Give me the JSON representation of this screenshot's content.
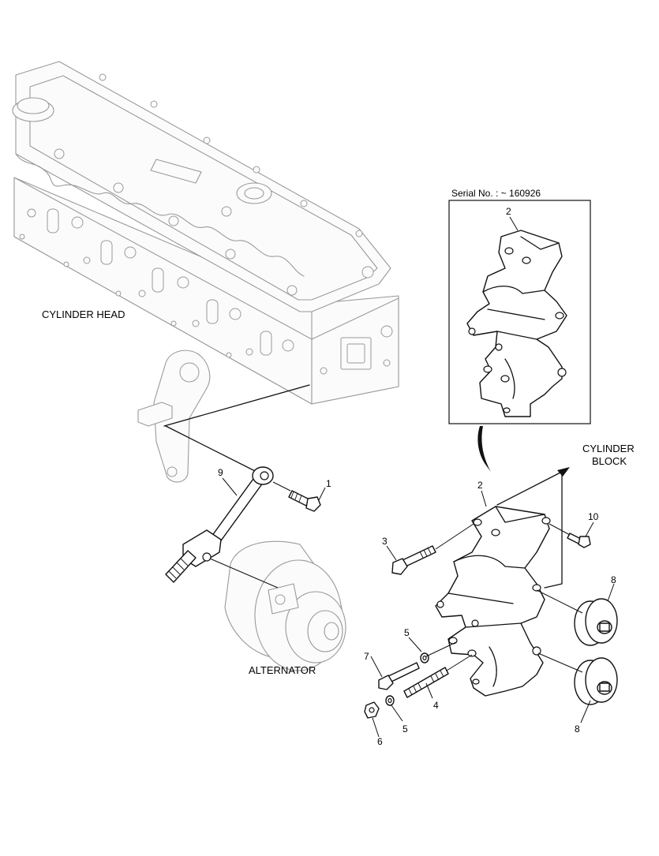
{
  "labels": {
    "serial_no": "Serial No. : ~ 160926",
    "cylinder_head": "CYLINDER HEAD",
    "cylinder_block_line1": "CYLINDER",
    "cylinder_block_line2": "BLOCK",
    "alternator": "ALTERNATOR"
  },
  "callouts": {
    "inset_2": "2",
    "part_1": "1",
    "part_2": "2",
    "part_3": "3",
    "part_4": "4",
    "part_5_upper": "5",
    "part_5_lower": "5",
    "part_6": "6",
    "part_7": "7",
    "part_8_upper": "8",
    "part_8_lower": "8",
    "part_9": "9",
    "part_10": "10"
  },
  "colors": {
    "line": "#111111",
    "ghost": "#9a9a9a",
    "background": "#ffffff"
  }
}
